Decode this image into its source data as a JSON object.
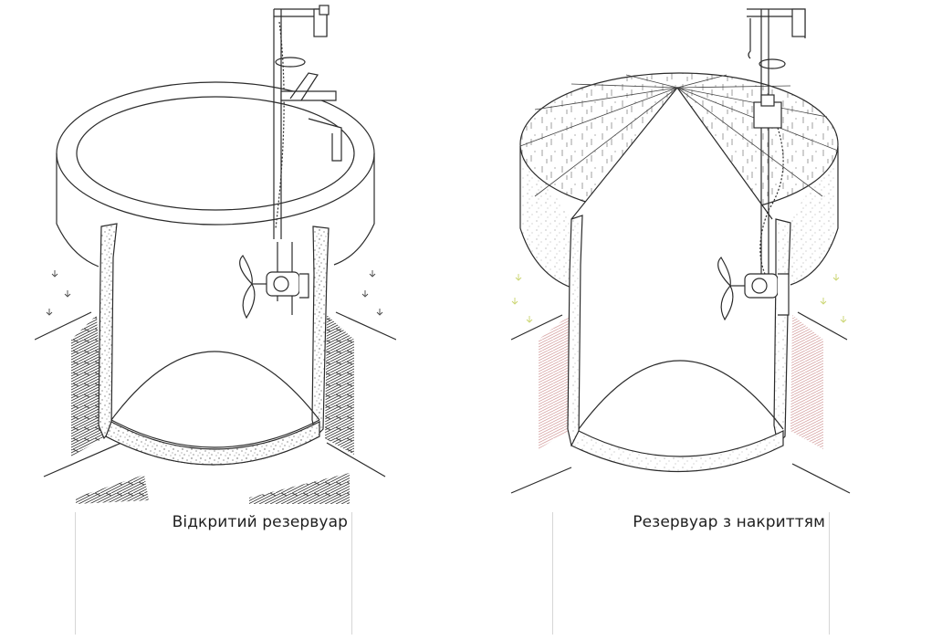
{
  "captions": {
    "open_tank": "Відкритий резервуар",
    "covered_tank": "Резервуар з накриттям"
  },
  "icons": {
    "open_tank_illustration": "open-tank-mixer-illustration",
    "covered_tank_illustration": "covered-tank-mixer-illustration"
  },
  "colors": {
    "line": "#2b2b2b",
    "soil_hatch_open": "#3a3a3a",
    "soil_hatch_covered": "#d9a9a9",
    "concrete_speckle": "#555555",
    "arrow_covered": "#c8d36a"
  }
}
